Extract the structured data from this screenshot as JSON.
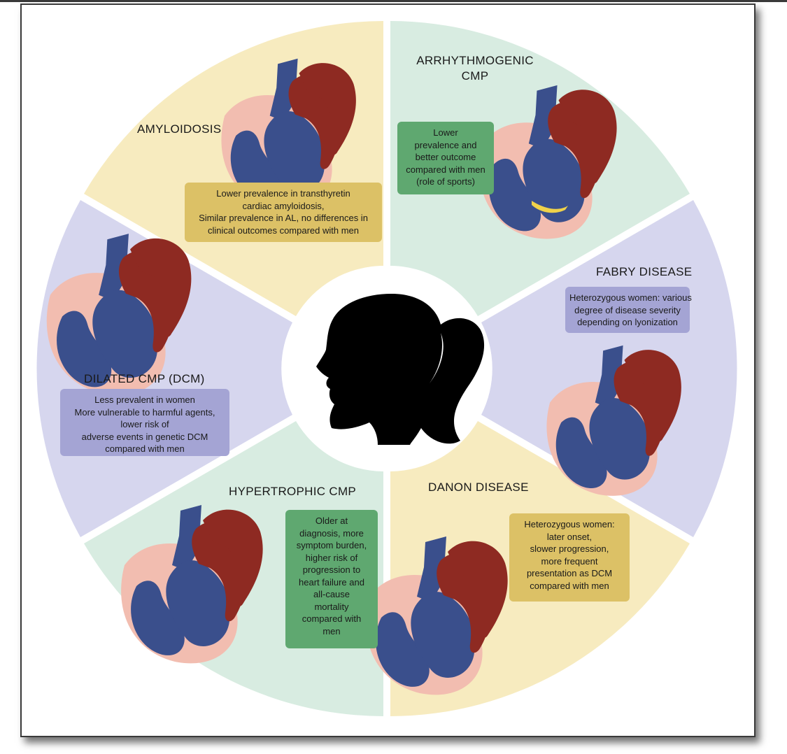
{
  "colors": {
    "yellow_sector": "#f7ebbf",
    "green_sector": "#d8ece1",
    "purple_sector": "#d6d6ee",
    "gold_box": "#dcc166",
    "green_box": "#5fa870",
    "purple_box": "#a4a4d4",
    "heart_blue": "#3a4f8c",
    "heart_red": "#8e2a22",
    "heart_pink": "#f2bdb0"
  },
  "sectors": {
    "amyloidosis": {
      "title": "AMYLOIDOSIS",
      "lines": [
        "Lower prevalence in transthyretin",
        "cardiac amyloidosis,",
        "Similar prevalence in AL, no differences in",
        "clinical outcomes compared with men"
      ]
    },
    "arrhythmogenic": {
      "title_lines": [
        "ARRHYTHMOGENIC",
        "CMP"
      ],
      "lines": [
        "Lower",
        "prevalence and",
        "better outcome",
        "compared with men",
        "(role of sports)"
      ]
    },
    "fabry": {
      "title": "FABRY DISEASE",
      "lines": [
        "Heterozygous women: various",
        "degree of disease severity",
        "depending on lyonization"
      ]
    },
    "danon": {
      "title": "DANON DISEASE",
      "lines": [
        "Heterozygous women:",
        "later onset,",
        "slower progression,",
        "more frequent",
        "presentation as DCM",
        "compared with men"
      ]
    },
    "hypertrophic": {
      "title": "HYPERTROPHIC CMP",
      "lines": [
        "Older at",
        "diagnosis, more",
        "symptom burden,",
        "higher risk of",
        "progression to",
        "heart failure and",
        "all-cause",
        "mortality",
        "compared with",
        "men"
      ]
    },
    "dilated": {
      "title": "DILATED CMP (DCM)",
      "lines": [
        "Less prevalent in women",
        "More vulnerable to harmful agents,",
        "lower risk of",
        "adverse events in genetic DCM",
        "compared with men"
      ]
    }
  },
  "center_icon": "woman-head-silhouette-icon"
}
